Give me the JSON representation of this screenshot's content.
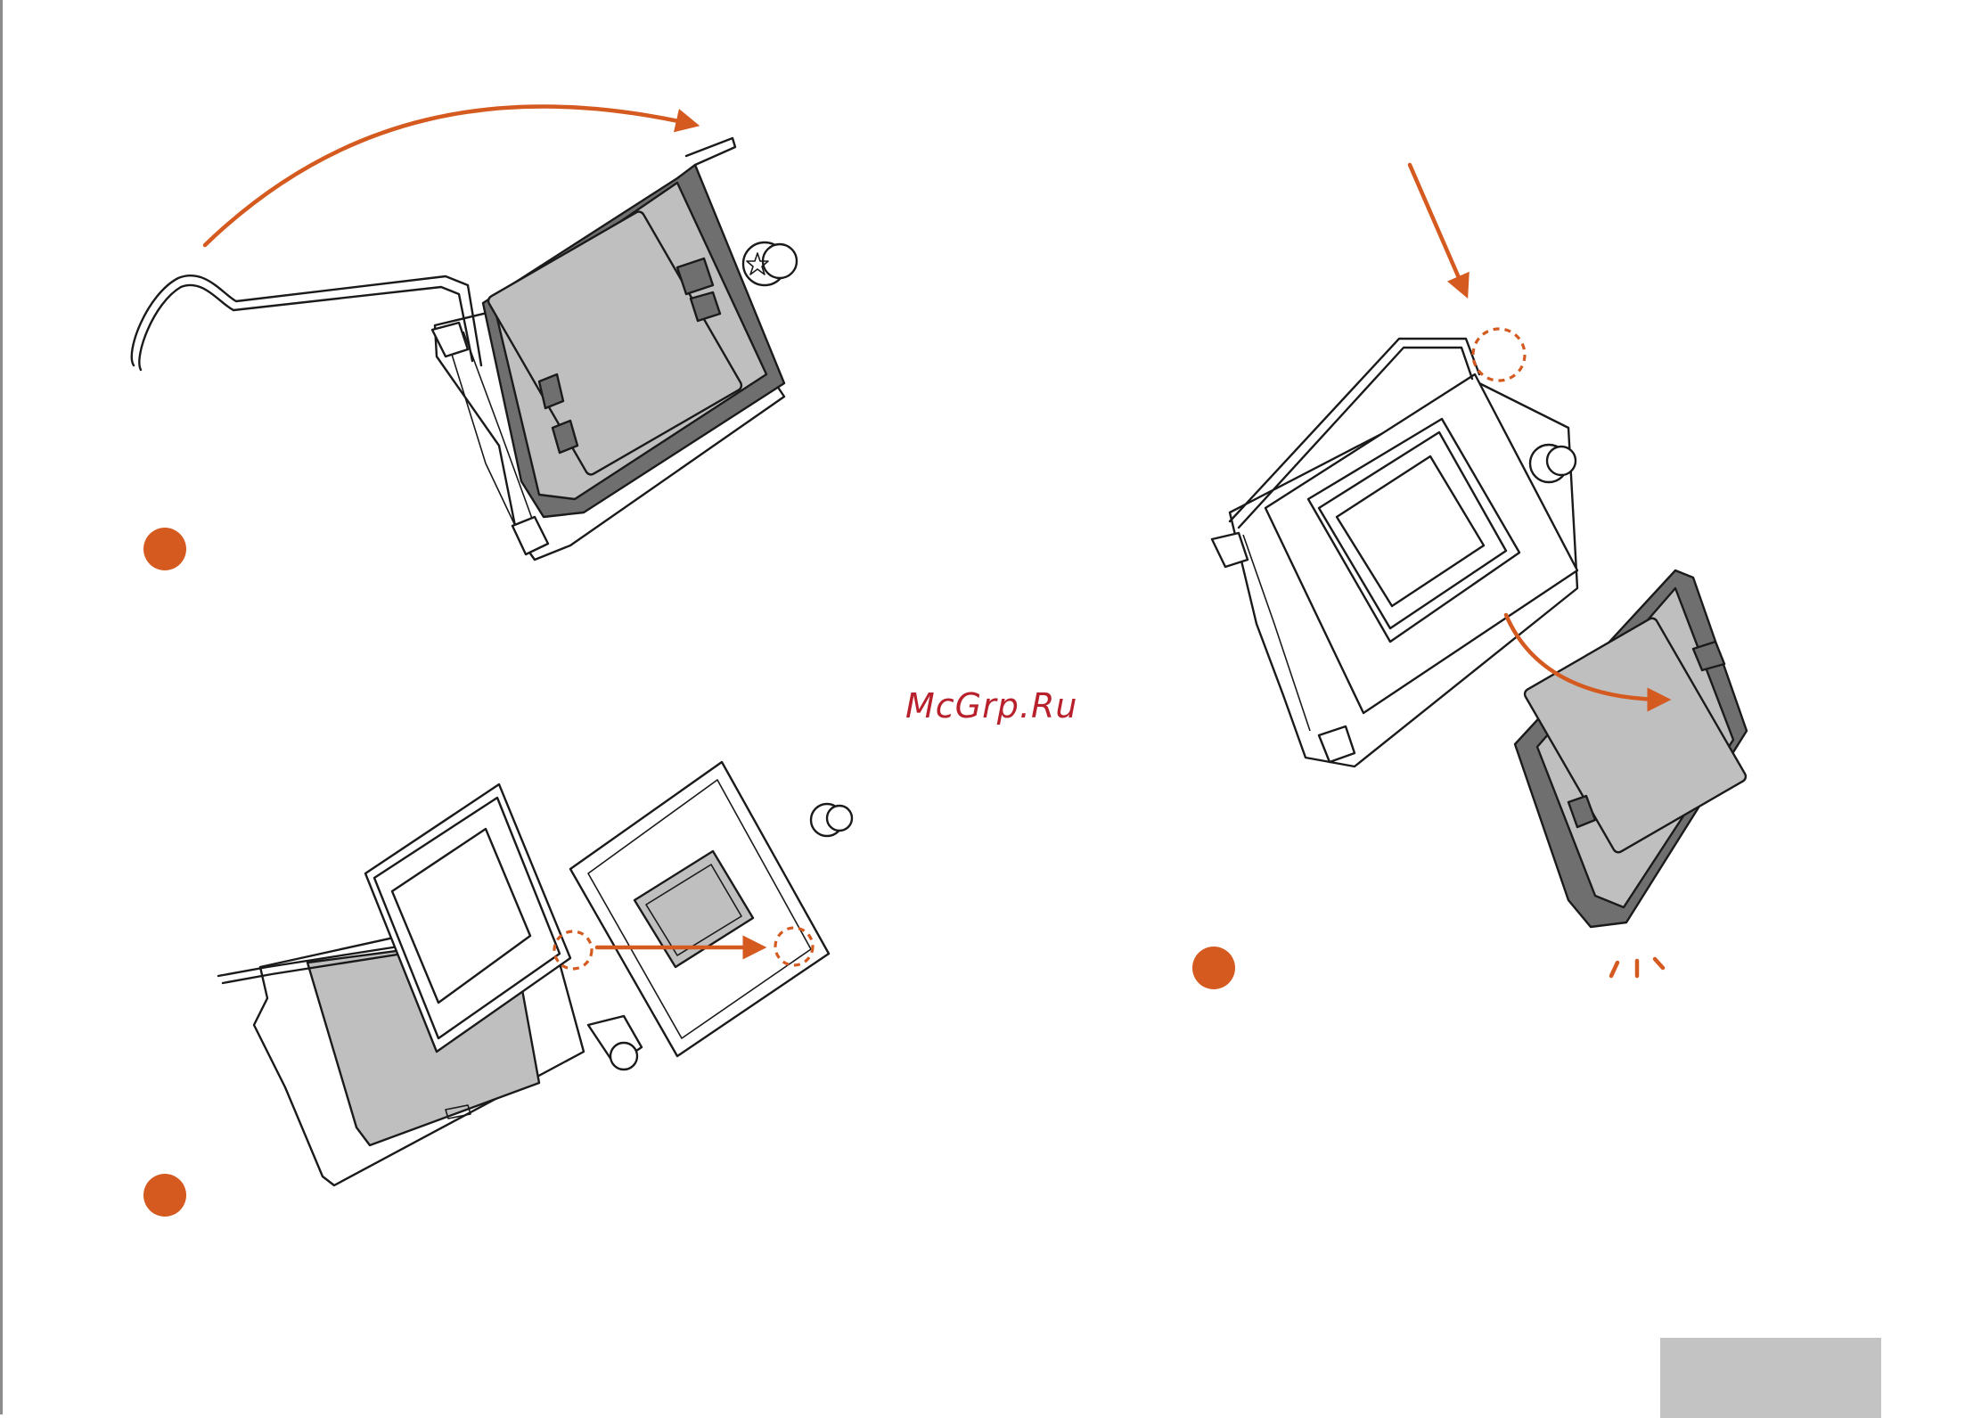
{
  "watermark": "McGrp.Ru",
  "colors": {
    "accent": "#d45a1f",
    "cover_gray": "#bfbfbf",
    "cover_dark": "#6f6f6f",
    "page_tab": "#c3c3c3",
    "watermark": "#b8202c"
  },
  "illustrations": [
    {
      "id": "open-load-plate",
      "icon": "curved-arrow-icon"
    },
    {
      "id": "insert-cpu",
      "icon": "straight-arrow-icon"
    },
    {
      "id": "close-and-remove-cap",
      "icon": "curved-arrow-icon"
    }
  ]
}
